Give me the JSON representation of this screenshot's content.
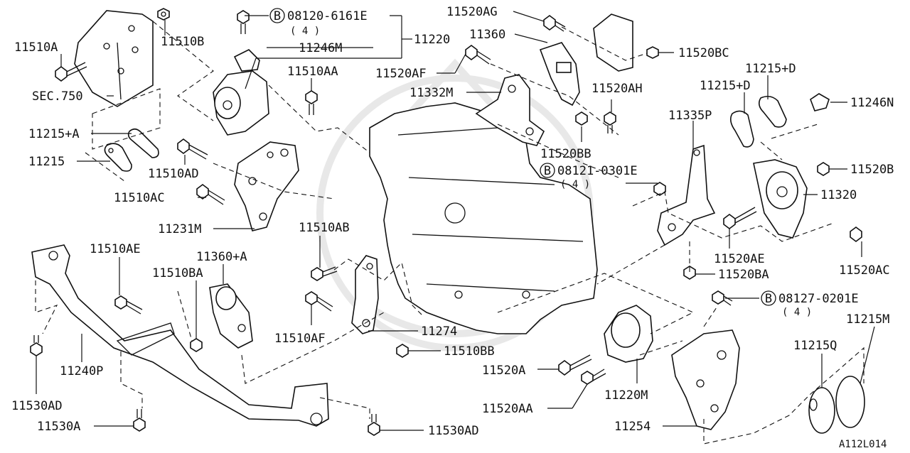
{
  "diagram": {
    "code": "A112L014",
    "bolt_spec_1": {
      "badge": "B",
      "number": "08120-6161E",
      "qty": "( 4 )"
    },
    "bolt_spec_2": {
      "badge": "B",
      "number": "08121-0301E",
      "qty": "( 4 )"
    },
    "bolt_spec_3": {
      "badge": "B",
      "number": "08127-0201E",
      "qty": "( 4 )"
    },
    "labels": {
      "l_11510A": "11510A",
      "l_11510B": "11510B",
      "l_11220": "11220",
      "l_11246M": "11246M",
      "l_SEC750": "SEC.750",
      "l_11510AA": "11510AA",
      "l_11520AG": "11520AG",
      "l_11360": "11360",
      "l_11520BC": "11520BC",
      "l_11520AF": "11520AF",
      "l_11332M": "11332M",
      "l_11520AH": "11520AH",
      "l_11215D_a": "11215+D",
      "l_11215D_b": "11215+D",
      "l_11246N": "11246N",
      "l_11215A": "11215+A",
      "l_11215": "11215",
      "l_11510AD": "11510AD",
      "l_11520BB": "11520BB",
      "l_11335P": "11335P",
      "l_11520B": "11520B",
      "l_11510AC": "11510AC",
      "l_11320": "11320",
      "l_11231M": "11231M",
      "l_11510AB": "11510AB",
      "l_11520AE": "11520AE",
      "l_11510AE": "11510AE",
      "l_11360A": "11360+A",
      "l_11510BA": "11510BA",
      "l_11520BA": "11520BA",
      "l_11520AC": "11520AC",
      "l_11510AF": "11510AF",
      "l_11274": "11274",
      "l_11215M": "11215M",
      "l_11215Q": "11215Q",
      "l_11510BB": "11510BB",
      "l_11240P": "11240P",
      "l_11520A": "11520A",
      "l_11530AD_a": "11530AD",
      "l_11220M": "11220M",
      "l_11520AA": "11520AA",
      "l_11530A": "11530A",
      "l_11530AD_b": "11530AD",
      "l_11254": "11254"
    }
  }
}
